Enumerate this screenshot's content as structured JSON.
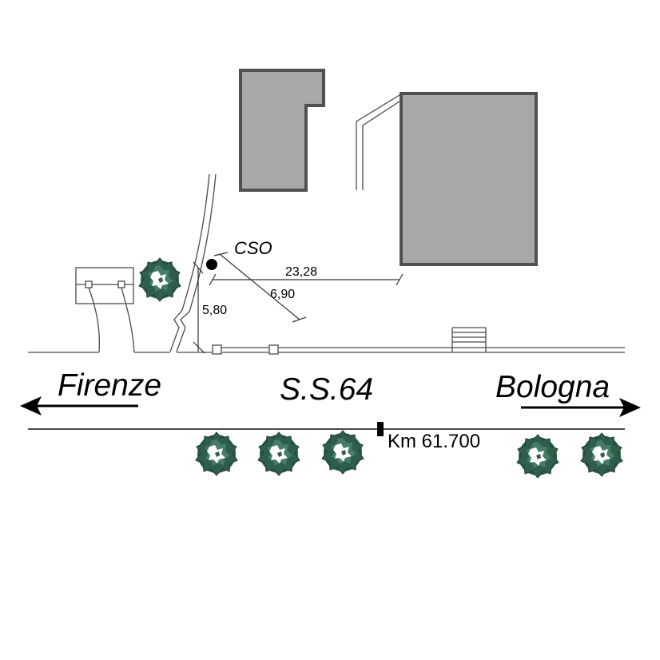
{
  "labels": {
    "cso": "CSO",
    "dim_horizontal": "23,28",
    "dim_diagonal": "6,90",
    "dim_vertical": "5,80",
    "direction_left": "Firenze",
    "road_name": "S.S.64",
    "direction_right": "Bologna",
    "km_marker": "Km 61.700"
  },
  "colors": {
    "building_fill": "#a8a8a8",
    "building_stroke": "#505050",
    "line": "#4a4a4a",
    "tree_dark": "#2f5e4c",
    "tree_light": "#4f8a72"
  }
}
